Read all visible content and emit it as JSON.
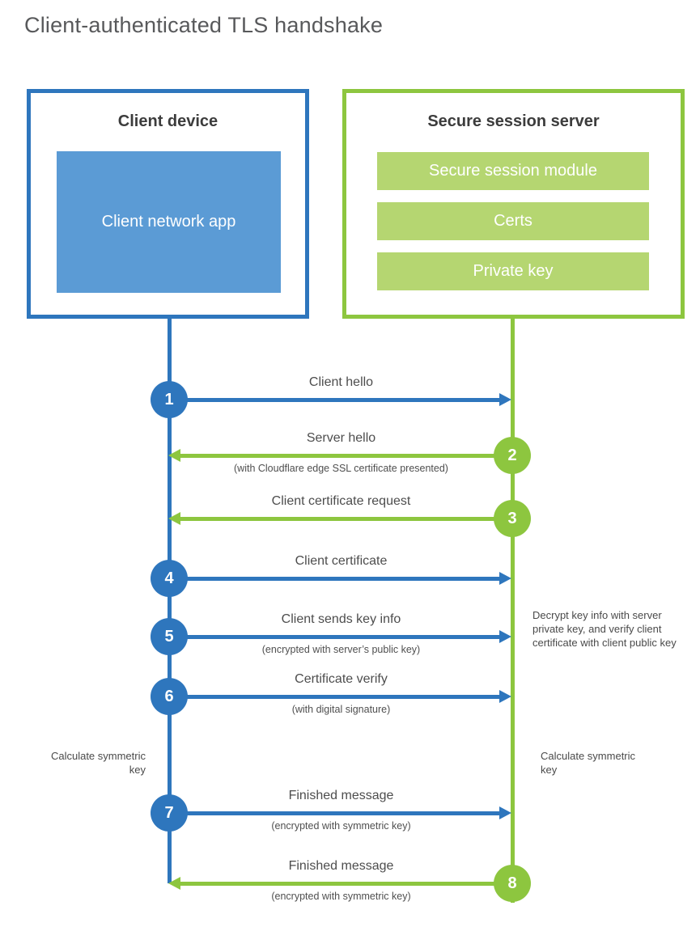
{
  "title": "Client-authenticated TLS handshake",
  "colors": {
    "blue": "#2e76bd",
    "light_blue": "#5b9bd5",
    "green": "#8dc63f",
    "light_green": "#b5d671",
    "heading_text": "#3c3c3c",
    "label_text": "#4d4d4d"
  },
  "client": {
    "title": "Client device",
    "app": "Client network app"
  },
  "server": {
    "title": "Secure session server",
    "modules": [
      "Secure session module",
      "Certs",
      "Private key"
    ]
  },
  "steps": [
    {
      "num": "1",
      "from": "client",
      "direction": "right",
      "label": "Client hello",
      "sublabel": ""
    },
    {
      "num": "2",
      "from": "server",
      "direction": "left",
      "label": "Server hello",
      "sublabel": "(with Cloudflare edge SSL certificate presented)"
    },
    {
      "num": "3",
      "from": "server",
      "direction": "left",
      "label": "Client certificate request",
      "sublabel": ""
    },
    {
      "num": "4",
      "from": "client",
      "direction": "right",
      "label": "Client certificate",
      "sublabel": ""
    },
    {
      "num": "5",
      "from": "client",
      "direction": "right",
      "label": "Client sends key info",
      "sublabel": "(encrypted with server’s public key)"
    },
    {
      "num": "6",
      "from": "client",
      "direction": "right",
      "label": "Certificate verify",
      "sublabel": "(with digital signature)"
    },
    {
      "num": "7",
      "from": "client",
      "direction": "right",
      "label": "Finished message",
      "sublabel": "(encrypted with symmetric key)"
    },
    {
      "num": "8",
      "from": "server",
      "direction": "left",
      "label": "Finished message",
      "sublabel": "(encrypted with symmetric key)"
    }
  ],
  "annotations": {
    "server_note": "Decrypt key info with server private key, and verify client certificate with client public key",
    "client_calc": "Calculate symmetric key",
    "server_calc": "Calculate symmetric key"
  }
}
